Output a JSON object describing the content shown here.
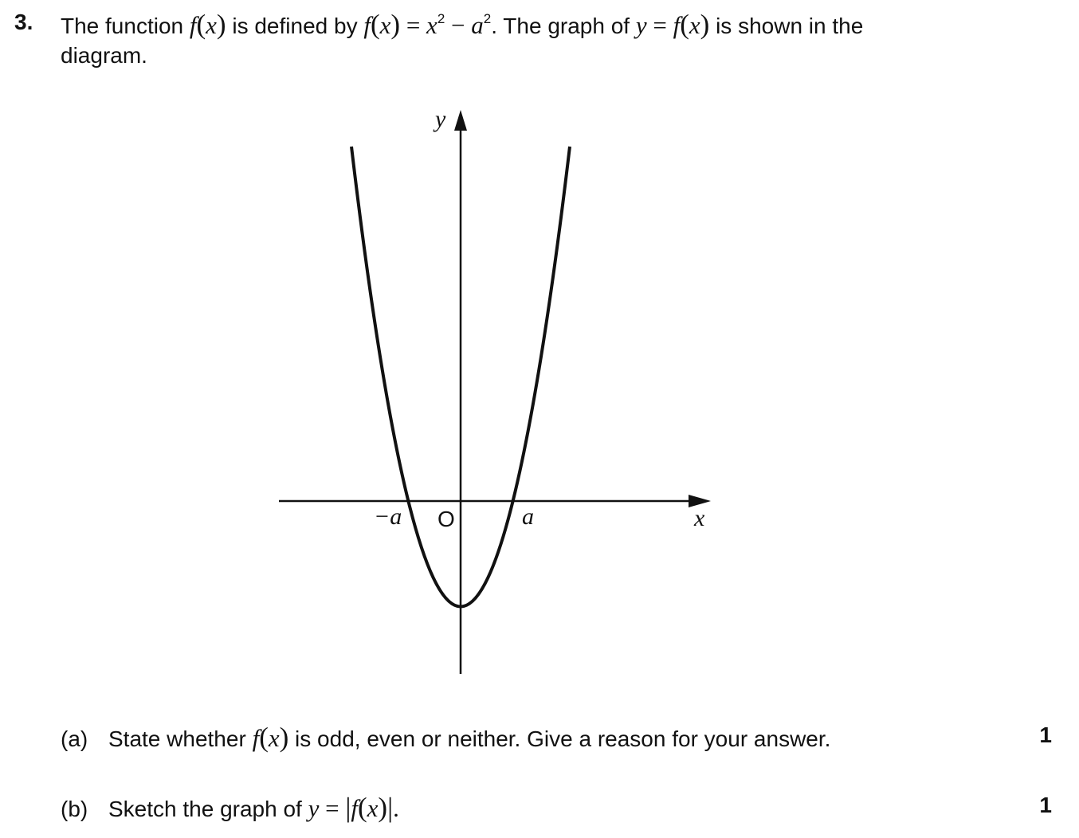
{
  "question": {
    "number": "3.",
    "stem": {
      "t1": "The function ",
      "t2": " is defined by ",
      "t3": ". The graph of ",
      "t4": " is shown in the",
      "t5": "diagram."
    }
  },
  "math": {
    "f": "f",
    "x": "x",
    "a": "a",
    "y": "y",
    "open": "(",
    "close": ")",
    "eq": " = ",
    "minus": " − ",
    "sq": "2",
    "bar": "|",
    "dot": "."
  },
  "graph": {
    "y_axis_label": "y",
    "x_axis_label": "x",
    "origin_label": "O",
    "neg_root_label": "−a",
    "pos_root_label": "a",
    "curve_formula": "y = x^2 - a^2"
  },
  "parts": [
    {
      "label": "(a)",
      "text_before": "State whether ",
      "text_after": " is odd, even or neither. Give a reason for your answer.",
      "marks": "1"
    },
    {
      "label": "(b)",
      "text_before": "Sketch the graph of ",
      "text_after": "",
      "marks": "1"
    }
  ]
}
